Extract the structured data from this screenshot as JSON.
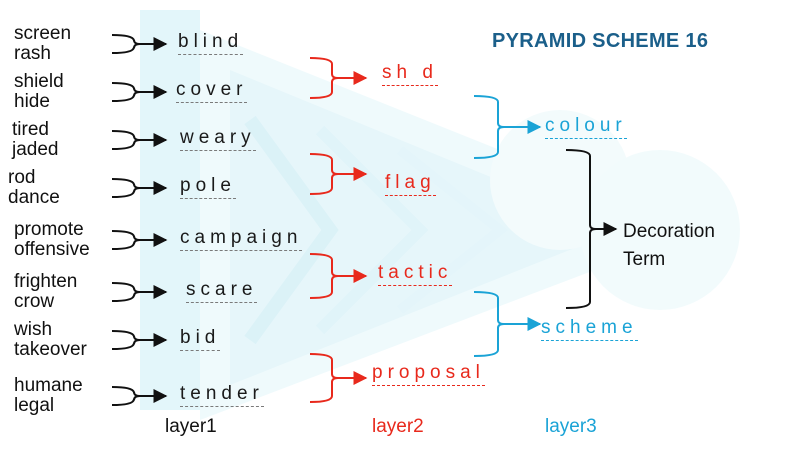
{
  "title": "PYRAMID SCHEME 16",
  "clues": [
    [
      "screen",
      "rash"
    ],
    [
      "shield",
      "hide"
    ],
    [
      "tired",
      "jaded"
    ],
    [
      "rod",
      "dance"
    ],
    [
      "promote",
      "offensive"
    ],
    [
      "frighten",
      "crow"
    ],
    [
      "wish",
      "takeover"
    ],
    [
      "humane",
      "legal"
    ]
  ],
  "layer1": [
    "blind",
    "cover",
    "weary",
    "pole",
    "campaign",
    "scare",
    "bid",
    "tender"
  ],
  "layer2": [
    "sh d",
    "flag",
    "tactic",
    "proposal"
  ],
  "layer3": [
    "colour",
    "scheme"
  ],
  "final": {
    "line1": "Decoration",
    "line2": "Term"
  },
  "layer_labels": {
    "layer1": "layer1",
    "layer2": "layer2",
    "layer3": "layer3"
  },
  "colors": {
    "layer1": "#1a1a1a",
    "layer2": "#e8291c",
    "layer3": "#1aa3d6",
    "title": "#1b5f8a"
  }
}
